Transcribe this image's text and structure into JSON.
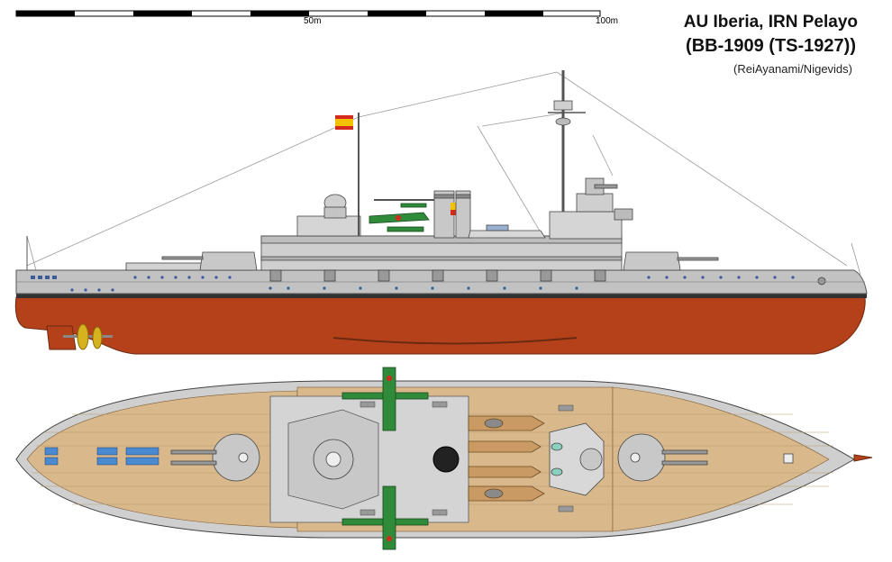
{
  "title": {
    "line1": "AU Iberia, IRN Pelayo",
    "line2": "(BB-1909 (TS-1927))",
    "credit": "(ReiAyanami/Nigevids)"
  },
  "scale_bar": {
    "label_mid": "50m",
    "label_end": "100m",
    "segments": 10
  },
  "colors": {
    "hull_grey": "#bdbdbd",
    "hull_dark": "#8a8a8a",
    "bottom_red": "#b5411a",
    "deck_wood": "#d9b98c",
    "deck_grey": "#cfcfcf",
    "aircraft_green": "#2f8a3a",
    "flag_red": "#d42a1e",
    "flag_yellow": "#f2c200",
    "propeller": "#d7b21f",
    "boat_tan": "#c99a64"
  }
}
